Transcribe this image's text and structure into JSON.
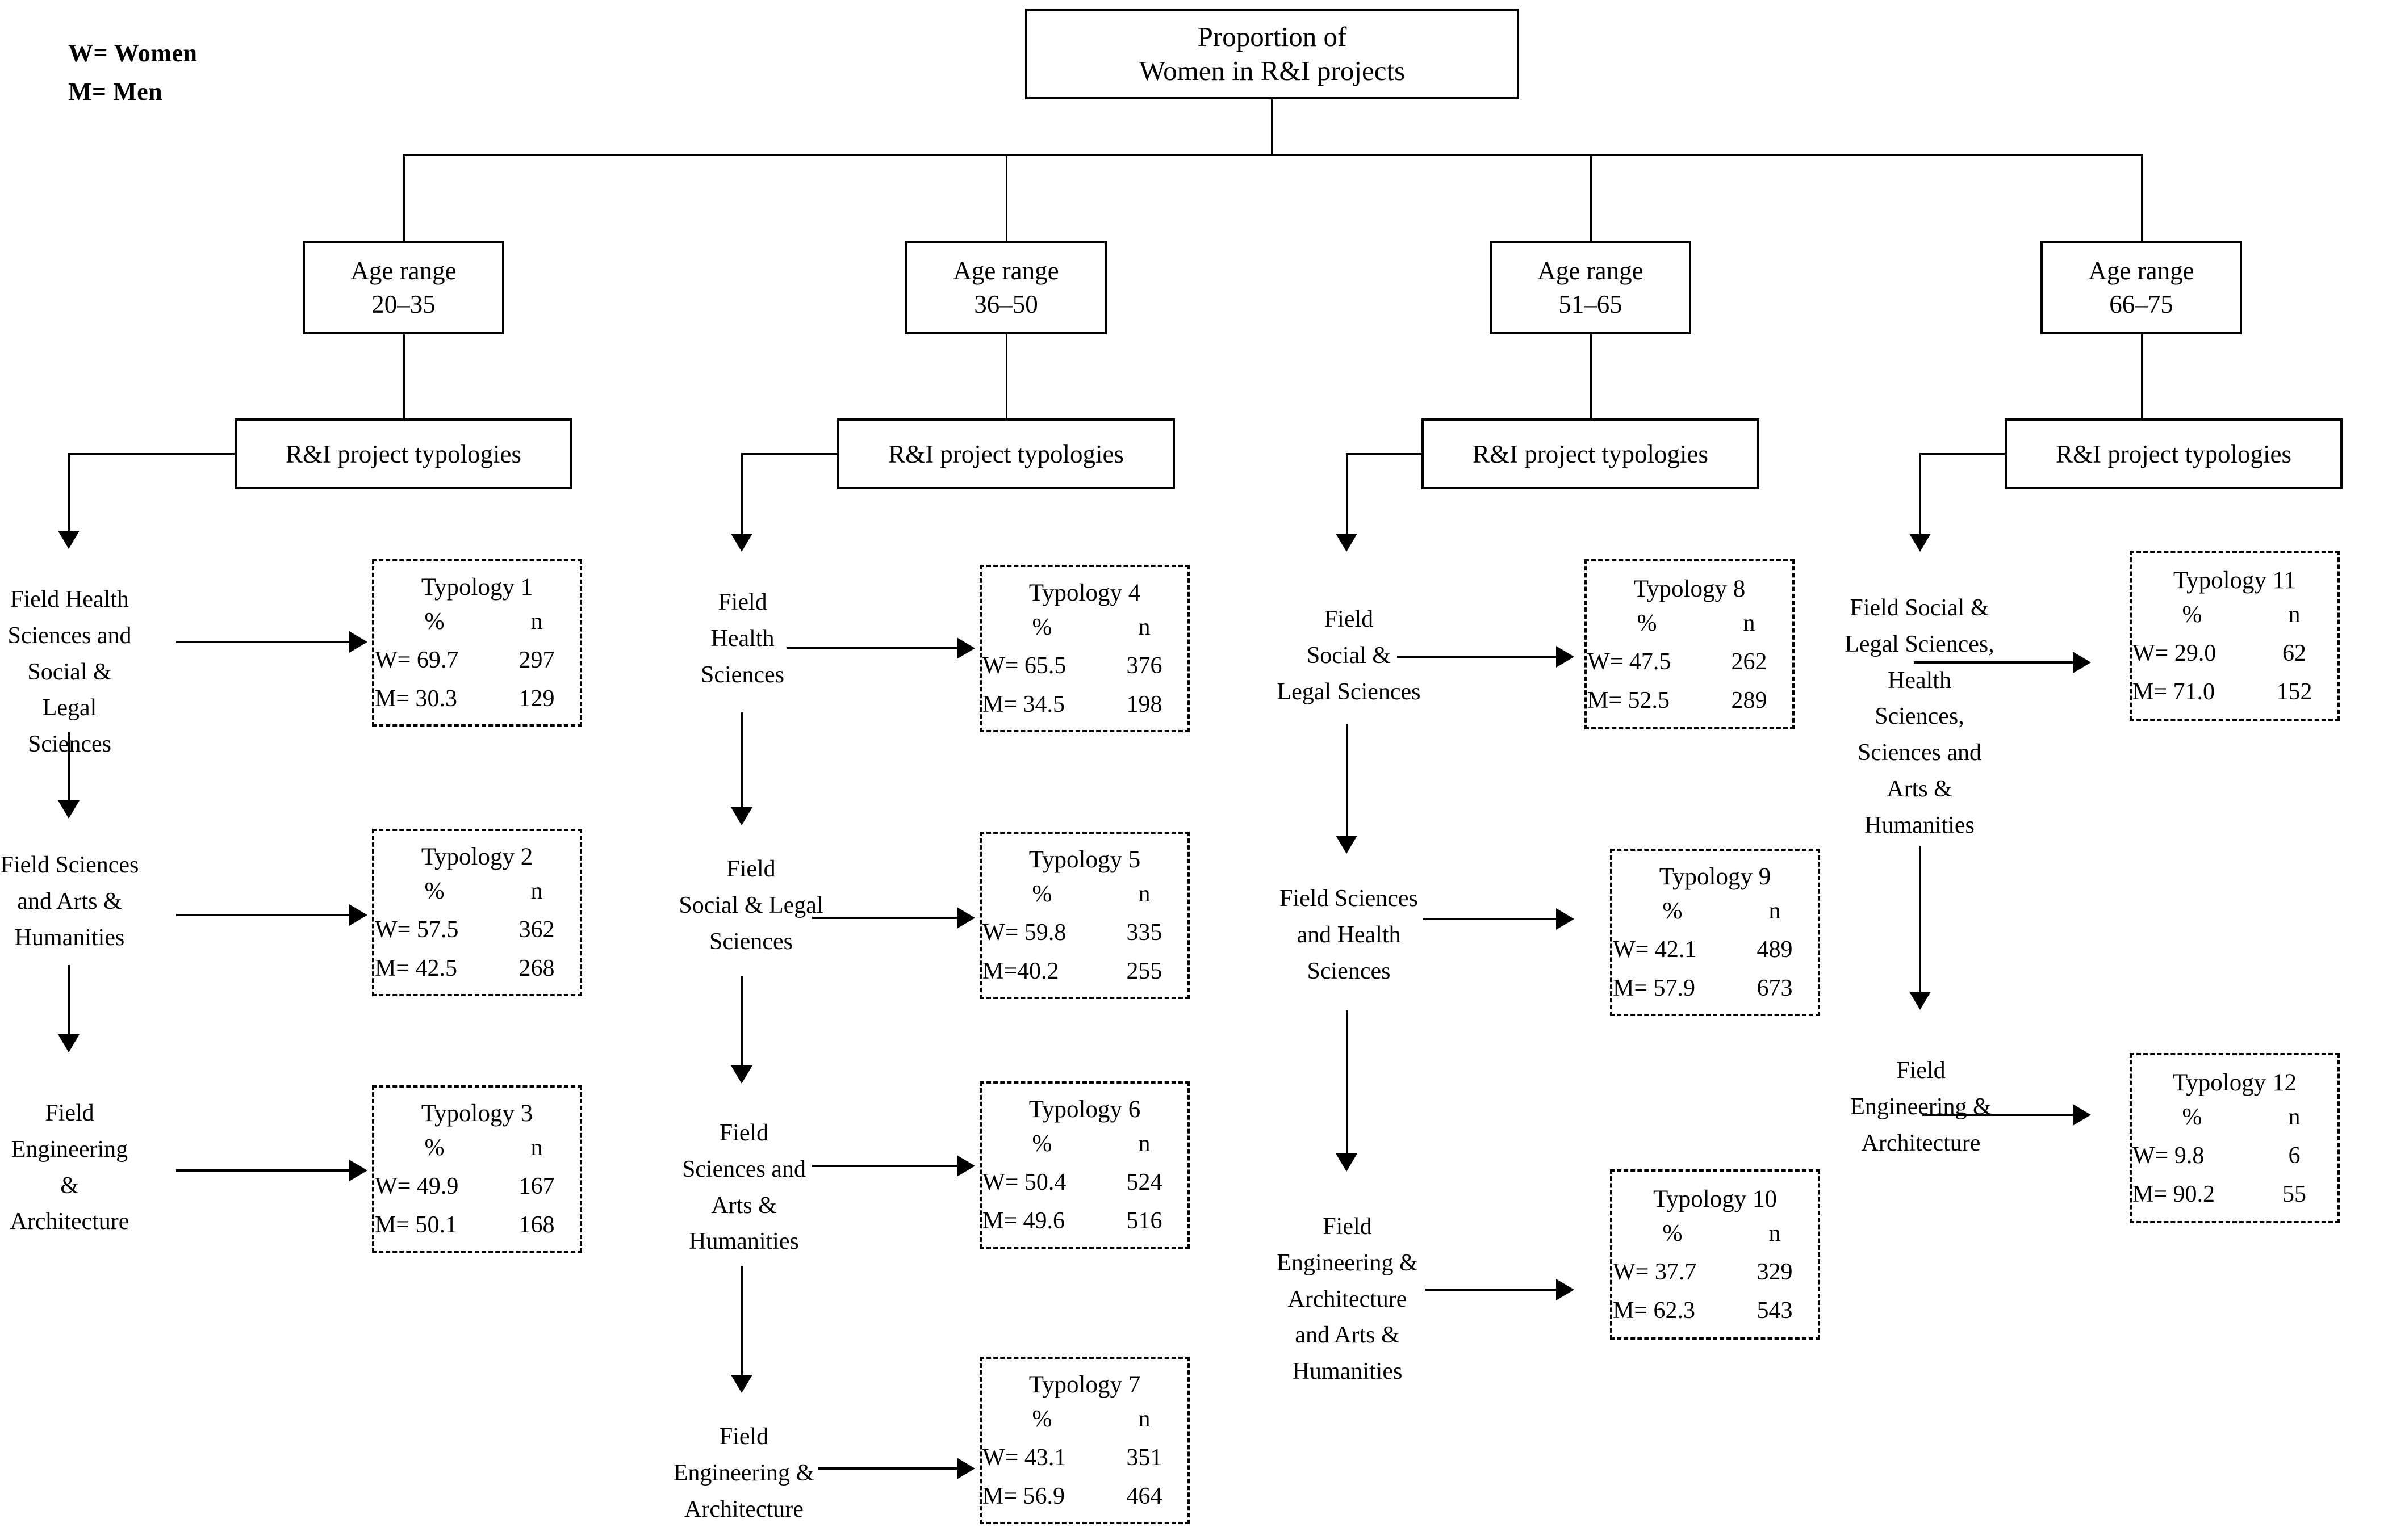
{
  "legend": {
    "women": "W= Women",
    "men": "M= Men"
  },
  "title": {
    "line1": "Proportion of",
    "line2": "Women in R&I projects"
  },
  "typologies_header_label": "R&I project typologies",
  "columns": [
    {
      "age_label": "Age range",
      "age_value": "20–35",
      "typologies_header": "R&I project typologies",
      "branches": [
        {
          "field": "Field Health\nSciences and\nSocial & Legal\nSciences",
          "box": {
            "title": "Typology 1",
            "col_pct": "%",
            "col_n": "n",
            "women_label": "W=",
            "women_pct": "69.7",
            "women_n": "297",
            "men_label": "M=",
            "men_pct": "30.3",
            "men_n": "129"
          }
        },
        {
          "field": "Field Sciences\nand Arts &\nHumanities",
          "box": {
            "title": "Typology 2",
            "col_pct": "%",
            "col_n": "n",
            "women_label": "W=",
            "women_pct": "57.5",
            "women_n": "362",
            "men_label": "M=",
            "men_pct": "42.5",
            "men_n": "268"
          }
        },
        {
          "field": "Field\nEngineering &\nArchitecture",
          "box": {
            "title": "Typology 3",
            "col_pct": "%",
            "col_n": "n",
            "women_label": "W=",
            "women_pct": "49.9",
            "women_n": "167",
            "men_label": "M=",
            "men_pct": "50.1",
            "men_n": "168"
          }
        }
      ]
    },
    {
      "age_label": "Age range",
      "age_value": "36–50",
      "typologies_header": "R&I project typologies",
      "branches": [
        {
          "field": "Field\nHealth\nSciences",
          "box": {
            "title": "Typology 4",
            "col_pct": "%",
            "col_n": "n",
            "women_label": "W=",
            "women_pct": "65.5",
            "women_n": "376",
            "men_label": "M=",
            "men_pct": "34.5",
            "men_n": "198"
          }
        },
        {
          "field": "Field\nSocial & Legal\nSciences",
          "box": {
            "title": "Typology 5",
            "col_pct": "%",
            "col_n": "n",
            "women_label": "W=",
            "women_pct": "59.8",
            "women_n": "335",
            "men_label": "M=",
            "men_pct": "40.2",
            "men_n": "255"
          }
        },
        {
          "field": "Field\nSciences and\nArts &\nHumanities",
          "box": {
            "title": "Typology 6",
            "col_pct": "%",
            "col_n": "n",
            "women_label": "W=",
            "women_pct": "50.4",
            "women_n": "524",
            "men_label": "M=",
            "men_pct": "49.6",
            "men_n": "516"
          }
        },
        {
          "field": "Field\nEngineering &\nArchitecture",
          "box": {
            "title": "Typology 7",
            "col_pct": "%",
            "col_n": "n",
            "women_label": "W=",
            "women_pct": "43.1",
            "women_n": "351",
            "men_label": "M=",
            "men_pct": "56.9",
            "men_n": "464"
          }
        }
      ]
    },
    {
      "age_label": "Age range",
      "age_value": "51–65",
      "typologies_header": "R&I project typologies",
      "branches": [
        {
          "field": "Field\nSocial &\nLegal Sciences",
          "box": {
            "title": "Typology 8",
            "col_pct": "%",
            "col_n": "n",
            "women_label": "W=",
            "women_pct": "47.5",
            "women_n": "262",
            "men_label": "M=",
            "men_pct": "52.5",
            "men_n": "289"
          }
        },
        {
          "field": "Field Sciences\nand Health\nSciences",
          "box": {
            "title": "Typology 9",
            "col_pct": "%",
            "col_n": "n",
            "women_label": "W=",
            "women_pct": "42.1",
            "women_n": "489",
            "men_label": "M=",
            "men_pct": "57.9",
            "men_n": "673"
          }
        },
        {
          "field": "Field\nEngineering &\nArchitecture\nand Arts &\nHumanities",
          "box": {
            "title": "Typology 10",
            "col_pct": "%",
            "col_n": "n",
            "women_label": "W=",
            "women_pct": "37.7",
            "women_n": "329",
            "men_label": "M=",
            "men_pct": "62.3",
            "men_n": "543"
          }
        }
      ]
    },
    {
      "age_label": "Age range",
      "age_value": "66–75",
      "typologies_header": "R&I project typologies",
      "branches": [
        {
          "field": "Field Social &\nLegal Sciences,\nHealth\nSciences,\nSciences and\nArts &\nHumanities",
          "box": {
            "title": "Typology 11",
            "col_pct": "%",
            "col_n": "n",
            "women_label": "W=",
            "women_pct": "29.0",
            "women_n": "62",
            "men_label": "M=",
            "men_pct": "71.0",
            "men_n": "152"
          }
        },
        {
          "field": "Field\nEngineering &\nArchitecture",
          "box": {
            "title": "Typology 12",
            "col_pct": "%",
            "col_n": "n",
            "women_label": "W=",
            "women_pct": "9.8",
            "women_n": "6",
            "men_label": "M=",
            "men_pct": "90.2",
            "men_n": "55"
          }
        }
      ]
    }
  ]
}
